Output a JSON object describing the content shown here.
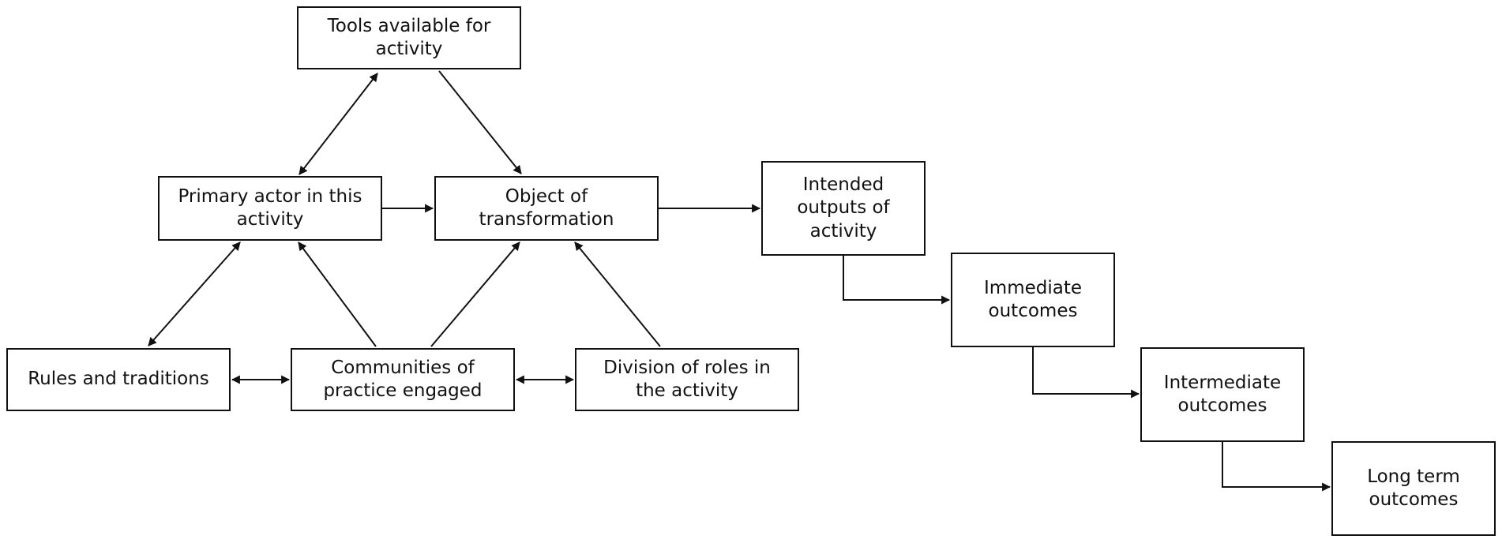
{
  "diagram": {
    "nodes": {
      "tools": "Tools available for\nactivity",
      "primary": "Primary actor in this\nactivity",
      "object": "Object of\ntransformation",
      "rules": "Rules and traditions",
      "communities": "Communities of\npractice engaged",
      "division": "Division of roles in\nthe activity",
      "outputs": "Intended\noutputs of\nactivity",
      "immediate": "Immediate\noutcomes",
      "intermediate": "Intermediate\noutcomes",
      "longterm": "Long term\noutcomes"
    },
    "edges": [
      {
        "from": "primary",
        "to": "tools",
        "direction": "both"
      },
      {
        "from": "tools",
        "to": "object",
        "direction": "forward"
      },
      {
        "from": "primary",
        "to": "object",
        "direction": "forward"
      },
      {
        "from": "primary",
        "to": "rules",
        "direction": "both"
      },
      {
        "from": "communities",
        "to": "primary",
        "direction": "forward"
      },
      {
        "from": "communities",
        "to": "object",
        "direction": "forward"
      },
      {
        "from": "division",
        "to": "object",
        "direction": "forward"
      },
      {
        "from": "rules",
        "to": "communities",
        "direction": "both"
      },
      {
        "from": "communities",
        "to": "division",
        "direction": "both"
      },
      {
        "from": "object",
        "to": "outputs",
        "direction": "forward"
      },
      {
        "from": "outputs",
        "to": "immediate",
        "direction": "forward",
        "style": "elbow"
      },
      {
        "from": "immediate",
        "to": "intermediate",
        "direction": "forward",
        "style": "elbow"
      },
      {
        "from": "intermediate",
        "to": "longterm",
        "direction": "forward",
        "style": "elbow"
      }
    ],
    "colors": {
      "stroke": "#111111",
      "background": "#ffffff"
    }
  }
}
